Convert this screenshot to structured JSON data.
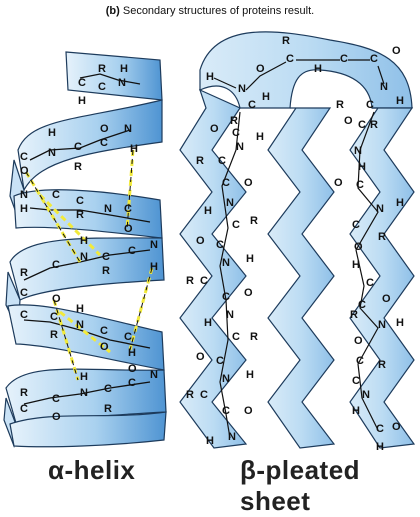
{
  "caption": {
    "part": "(b)",
    "text": "Secondary structures of proteins result."
  },
  "labels": {
    "helix": "α-helix",
    "sheet": "β-pleated sheet"
  },
  "atoms": {
    "c": "C",
    "n": "N",
    "h": "H",
    "o": "O",
    "r": "R"
  },
  "colors": {
    "ribbon": "#a8d0ee",
    "ribbon_edge": "#1d3b5c",
    "hbond": "#f2ea3a"
  }
}
